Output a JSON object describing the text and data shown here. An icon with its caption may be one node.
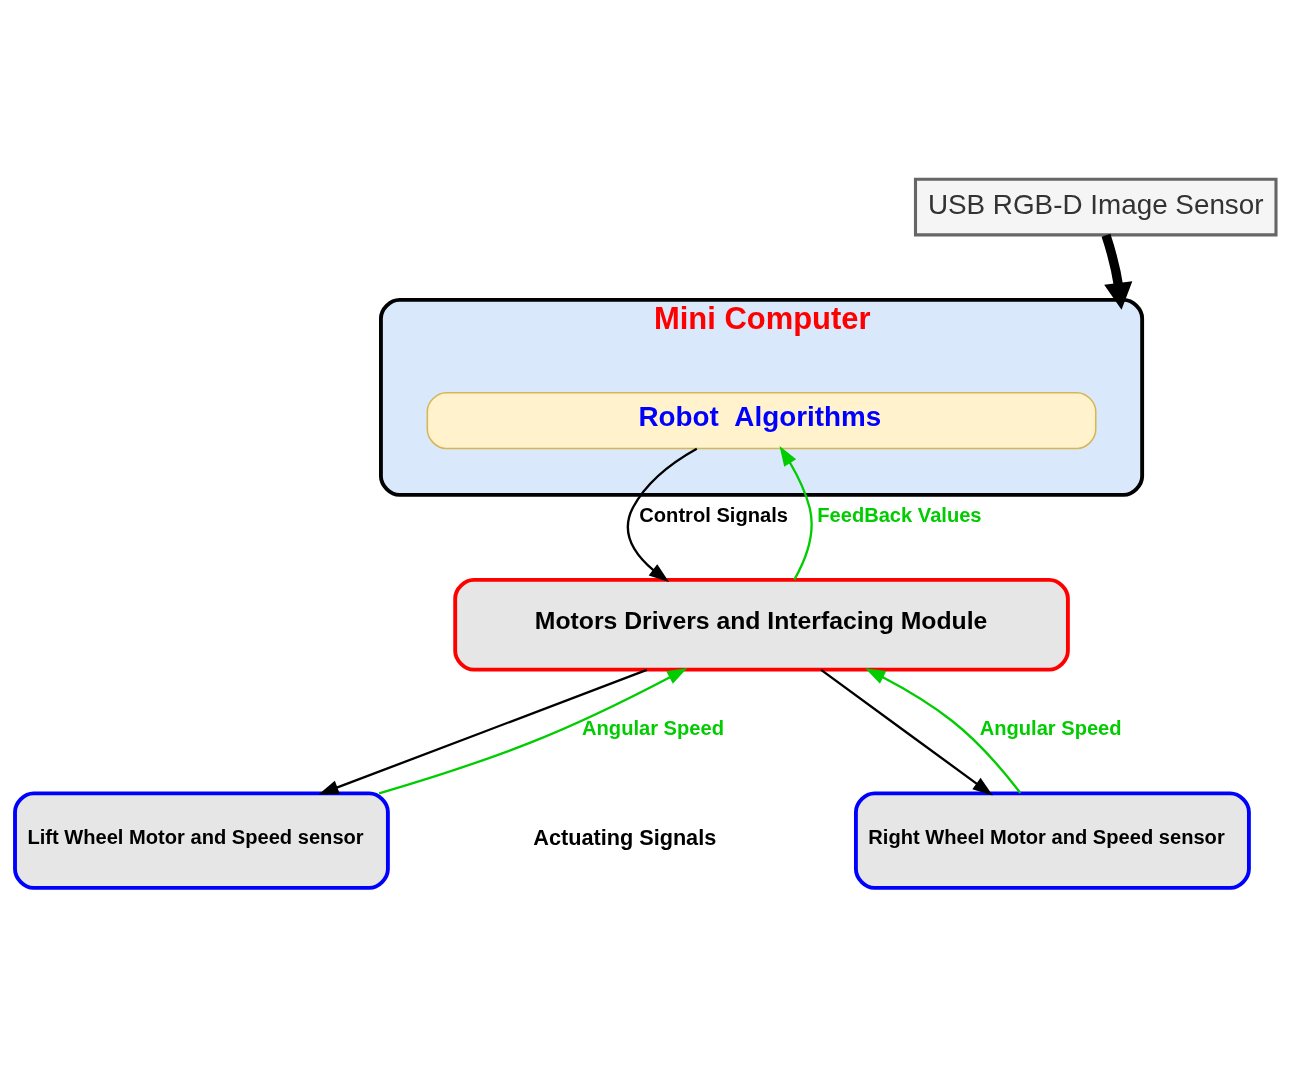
{
  "diagram": {
    "nodes": [
      {
        "text": [
          "USB RGB-D Image Sensor"
        ]
      },
      {
        "text": [
          "Mini Computer"
        ]
      },
      {
        "text": [
          "Robot  Algorithms"
        ],
        "in": 1
      },
      {
        "text": [
          "Motors Drivers and Interfacing Module"
        ]
      },
      {
        "text": [
          "Lift Wheel Motor and Speed sensor"
        ]
      },
      {
        "text": [
          "Right Wheel Motor and Speed sensor"
        ]
      }
    ],
    "edges": [
      {
        "from": 0,
        "to": 1,
        "arrow": "to",
        "style": "thick"
      },
      {
        "from": 2,
        "to": 3,
        "arrow": "to",
        "label": "Control Signals"
      },
      {
        "from": 3,
        "to": 2,
        "arrow": "to",
        "label": "FeedBack Values",
        "color": "#00cc00"
      },
      {
        "from": 3,
        "to": 4,
        "arrow": "to"
      },
      {
        "from": 3,
        "to": 5,
        "arrow": "to"
      },
      {
        "from": 4,
        "to": 3,
        "arrow": "to",
        "label": "Angular Speed",
        "color": "#00cc00"
      },
      {
        "from": 5,
        "to": 3,
        "arrow": "to",
        "label": "Angular Speed",
        "color": "#00cc00"
      }
    ],
    "labels": [
      "Actuating Signals"
    ]
  }
}
